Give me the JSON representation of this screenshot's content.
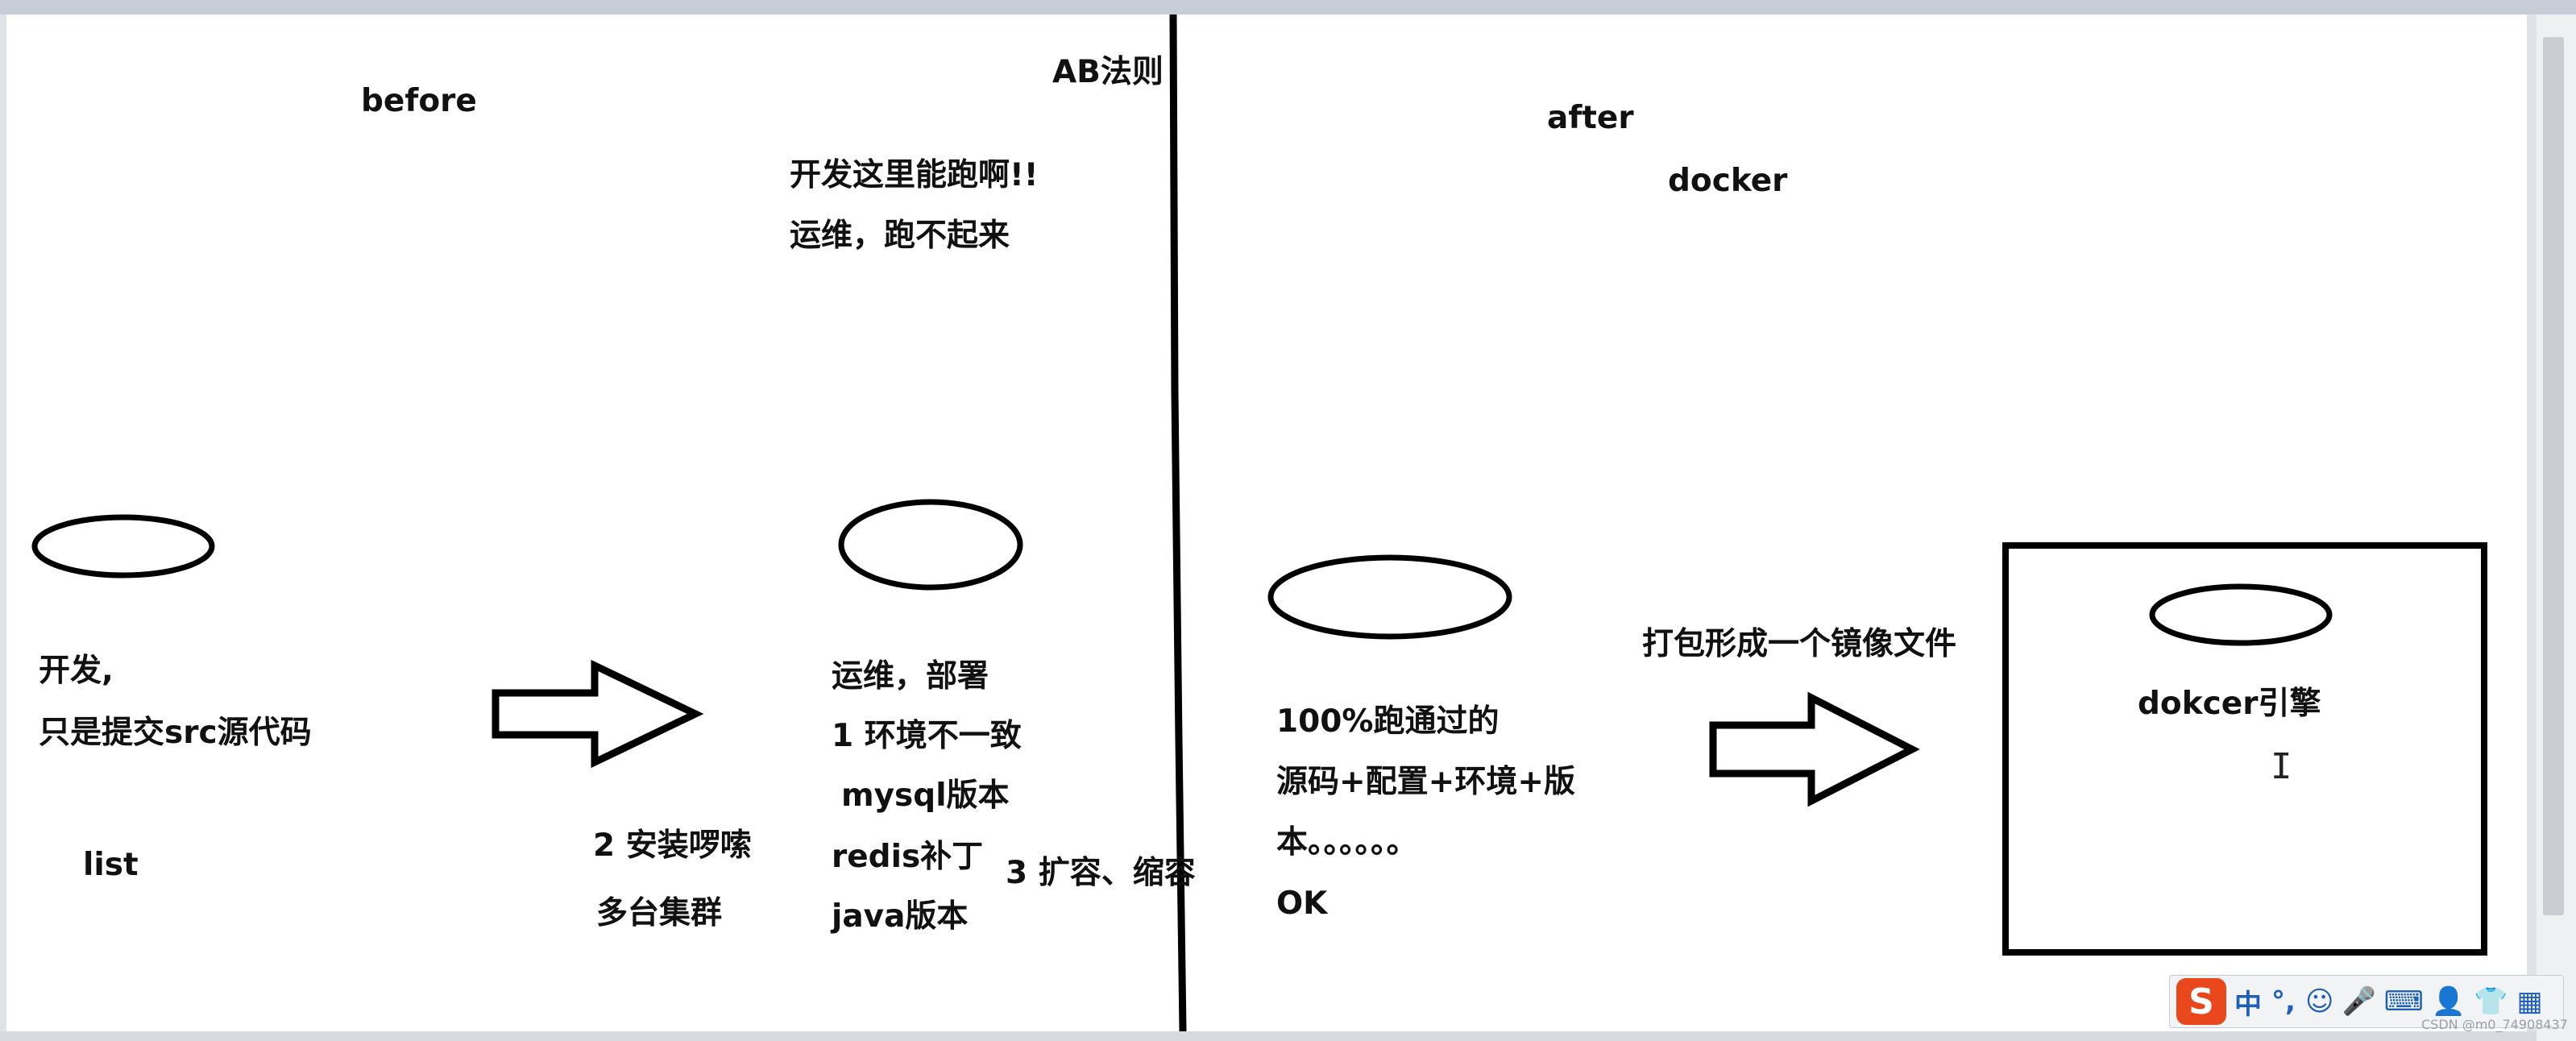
{
  "labels": {
    "before": "before",
    "ab_rule": "AB法则",
    "dev_runs": "开发这里能跑啊!!",
    "ops_fail": "运维，跑不起来",
    "after": "after",
    "docker": "docker",
    "dev": "开发,",
    "dev_submit": "只是提交src源代码",
    "list": "list",
    "install": "2 安装啰嗦",
    "cluster": "多台集群",
    "ops_deploy": "运维，部署",
    "env_inconsistent": "1 环境不一致",
    "mysql_version": "mysql版本",
    "redis_patch": "redis补丁",
    "java_version": "java版本",
    "scale": "3 扩容、缩容",
    "pass_100": "100%跑通过的",
    "src_cfg_env": "源码+配置+环境+版",
    "ben": "本。。。。。。",
    "ok": "OK",
    "package_image": "打包形成一个镜像文件",
    "engine": "dokcer引擎"
  },
  "ime": {
    "logo": "S",
    "items": [
      "中",
      "°,",
      "☺",
      "🎤",
      "⌨",
      "👤",
      "👕",
      "▦"
    ]
  },
  "watermark": "CSDN @m0_74908437",
  "cursor": "I"
}
